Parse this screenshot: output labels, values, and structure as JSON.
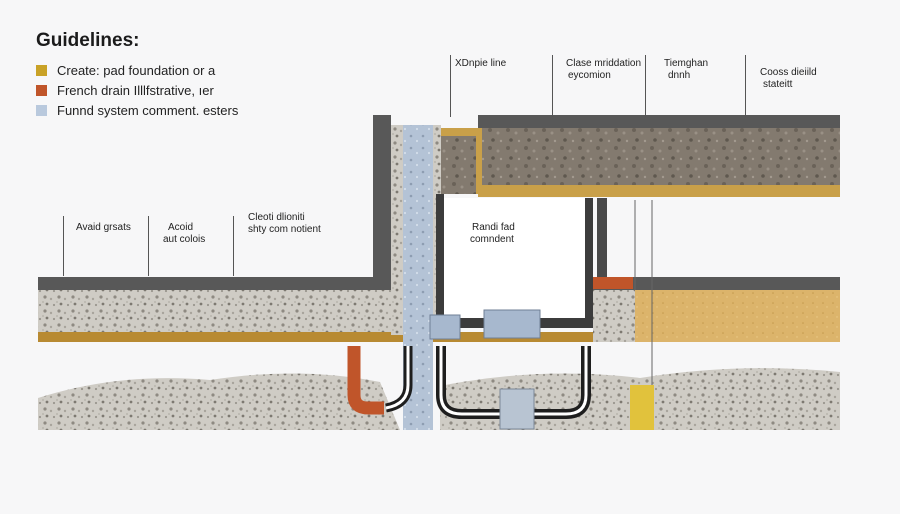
{
  "legend": {
    "title": "Guidelines:",
    "items": [
      {
        "label": "Create: pad foundation or  a",
        "color": "#c9a227"
      },
      {
        "label": "French drain Illlfstrative, ıer",
        "color": "#c0552a"
      },
      {
        "label": "Funnd system comment. esters",
        "color": "#b9c9dd"
      }
    ]
  },
  "callouts": {
    "top_1": "XDnpie line",
    "top_2a": "Clase mriddation",
    "top_2b": "eycomion",
    "top_3a": "Tiemghan",
    "top_3b": "dnnh",
    "top_4a": "Cooss dieiild",
    "top_4b": "stateitt",
    "left_1": "Avaid grsats",
    "left_2a": "Acoid",
    "left_2b": "aut colois",
    "left_3a": "Cleoti dlioniti",
    "left_3b": "shty com notient",
    "center_a": "Randi fad",
    "center_b": "comndent"
  },
  "colors": {
    "gravel": "#c9c6bf",
    "soil": "#7f766b",
    "concrete_cap": "#575757",
    "sand": "#d9b36a",
    "wood": "#b88a32",
    "pipe_orange": "#c0552a",
    "pipe_blue": "#a7b8ce",
    "yellow_post": "#e1c23c"
  }
}
